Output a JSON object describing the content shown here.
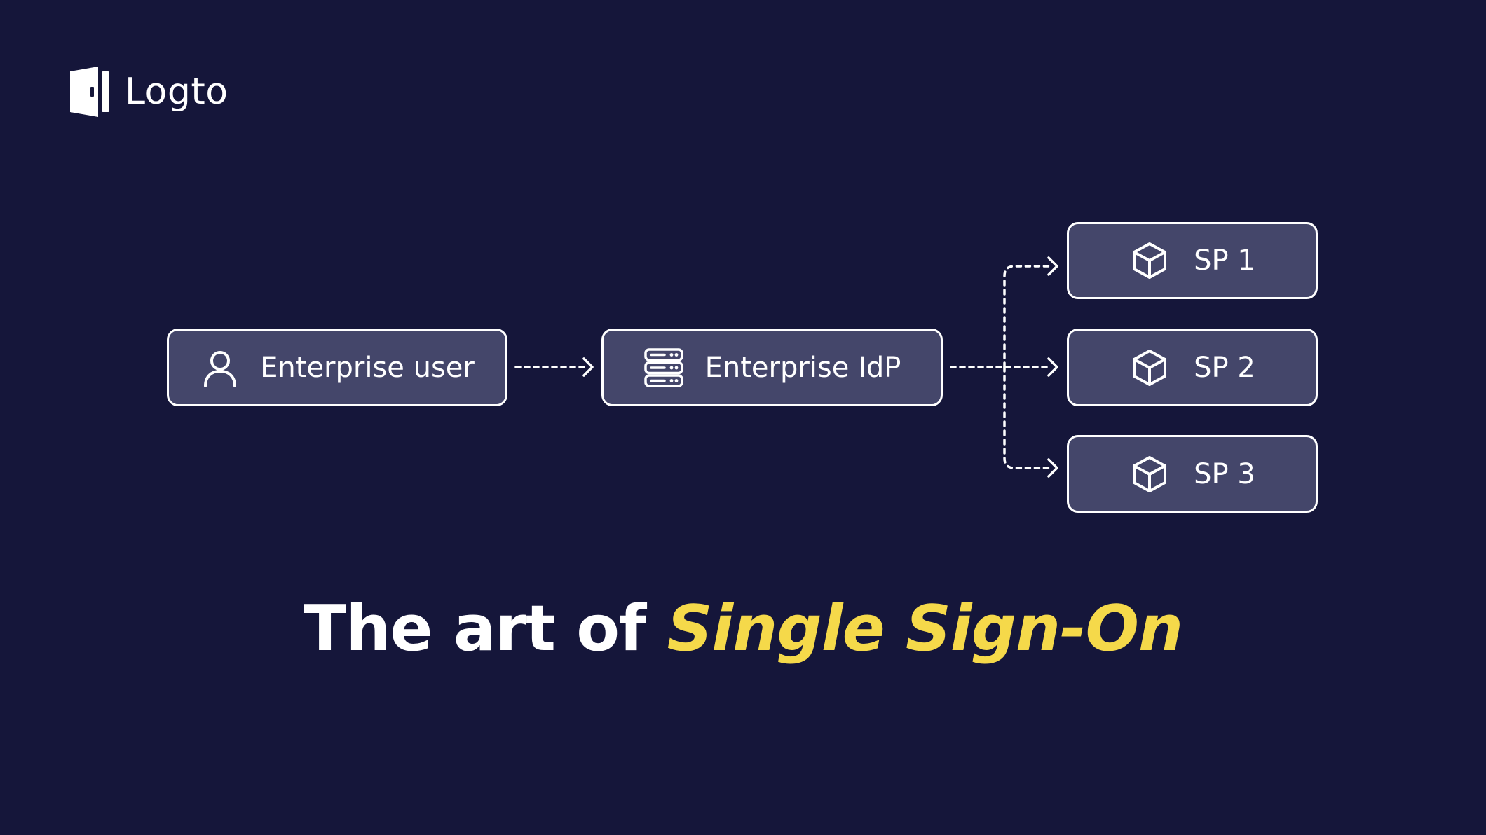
{
  "brand": {
    "name": "Logto",
    "logo_icon": "door-logo-icon"
  },
  "diagram": {
    "nodes": {
      "user": {
        "label": "Enterprise user",
        "icon": "user-icon"
      },
      "idp": {
        "label": "Enterprise IdP",
        "icon": "server-icon"
      },
      "sp1": {
        "label": "SP 1",
        "icon": "cube-icon"
      },
      "sp2": {
        "label": "SP 2",
        "icon": "cube-icon"
      },
      "sp3": {
        "label": "SP 3",
        "icon": "cube-icon"
      }
    },
    "edges": [
      {
        "from": "Enterprise user",
        "to": "Enterprise IdP",
        "style": "dotted-arrow"
      },
      {
        "from": "Enterprise IdP",
        "to": "SP 1",
        "style": "dotted-arrow"
      },
      {
        "from": "Enterprise IdP",
        "to": "SP 2",
        "style": "dotted-arrow"
      },
      {
        "from": "Enterprise IdP",
        "to": "SP 3",
        "style": "dotted-arrow"
      }
    ]
  },
  "headline": {
    "prefix": "The art of ",
    "highlight": "Single Sign-On"
  },
  "colors": {
    "background": "#15163a",
    "node_fill": "#44466a",
    "node_border": "#ffffff",
    "highlight": "#f5d94a"
  }
}
